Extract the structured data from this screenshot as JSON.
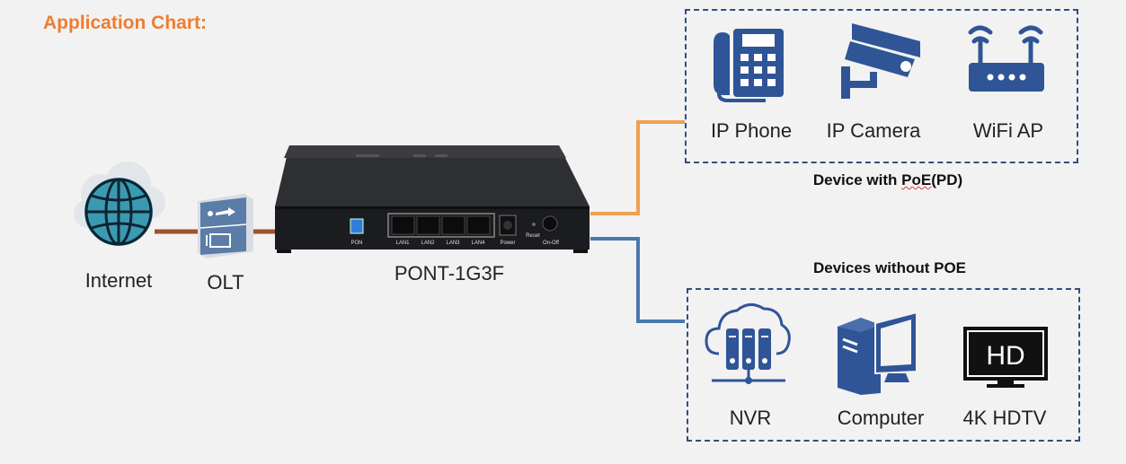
{
  "title": "Application Chart:",
  "left_nodes": {
    "internet": "Internet",
    "olt": "OLT"
  },
  "device": {
    "name": "PONT-1G3F",
    "ports": {
      "pon": "PON",
      "lan1": "LAN1",
      "lan2": "LAN2",
      "lan3": "LAN3",
      "lan4": "LAN4",
      "power": "Power",
      "reset": "Reset",
      "onoff": "On-Off"
    }
  },
  "poe_group": {
    "title_prefix": "Device with ",
    "title_poe": "PoE",
    "title_suffix": "(PD)",
    "items": [
      {
        "label": "IP Phone",
        "icon": "ip-phone-icon"
      },
      {
        "label": "IP Camera",
        "icon": "ip-camera-icon"
      },
      {
        "label": "WiFi AP",
        "icon": "wifi-ap-icon"
      }
    ]
  },
  "nopoe_group": {
    "title": "Devices without POE",
    "items": [
      {
        "label": "NVR",
        "icon": "nvr-icon"
      },
      {
        "label": "Computer",
        "icon": "computer-icon"
      },
      {
        "label": "4K HDTV",
        "icon": "hdtv-icon",
        "screen_text": "HD"
      }
    ]
  },
  "colors": {
    "title": "#ED7D31",
    "poe_line": "#F0A050",
    "lan_line": "#4A78B0",
    "fiber": "#A0522D",
    "icon_blue": "#2F5597",
    "box_border": "#2F4F7F"
  }
}
